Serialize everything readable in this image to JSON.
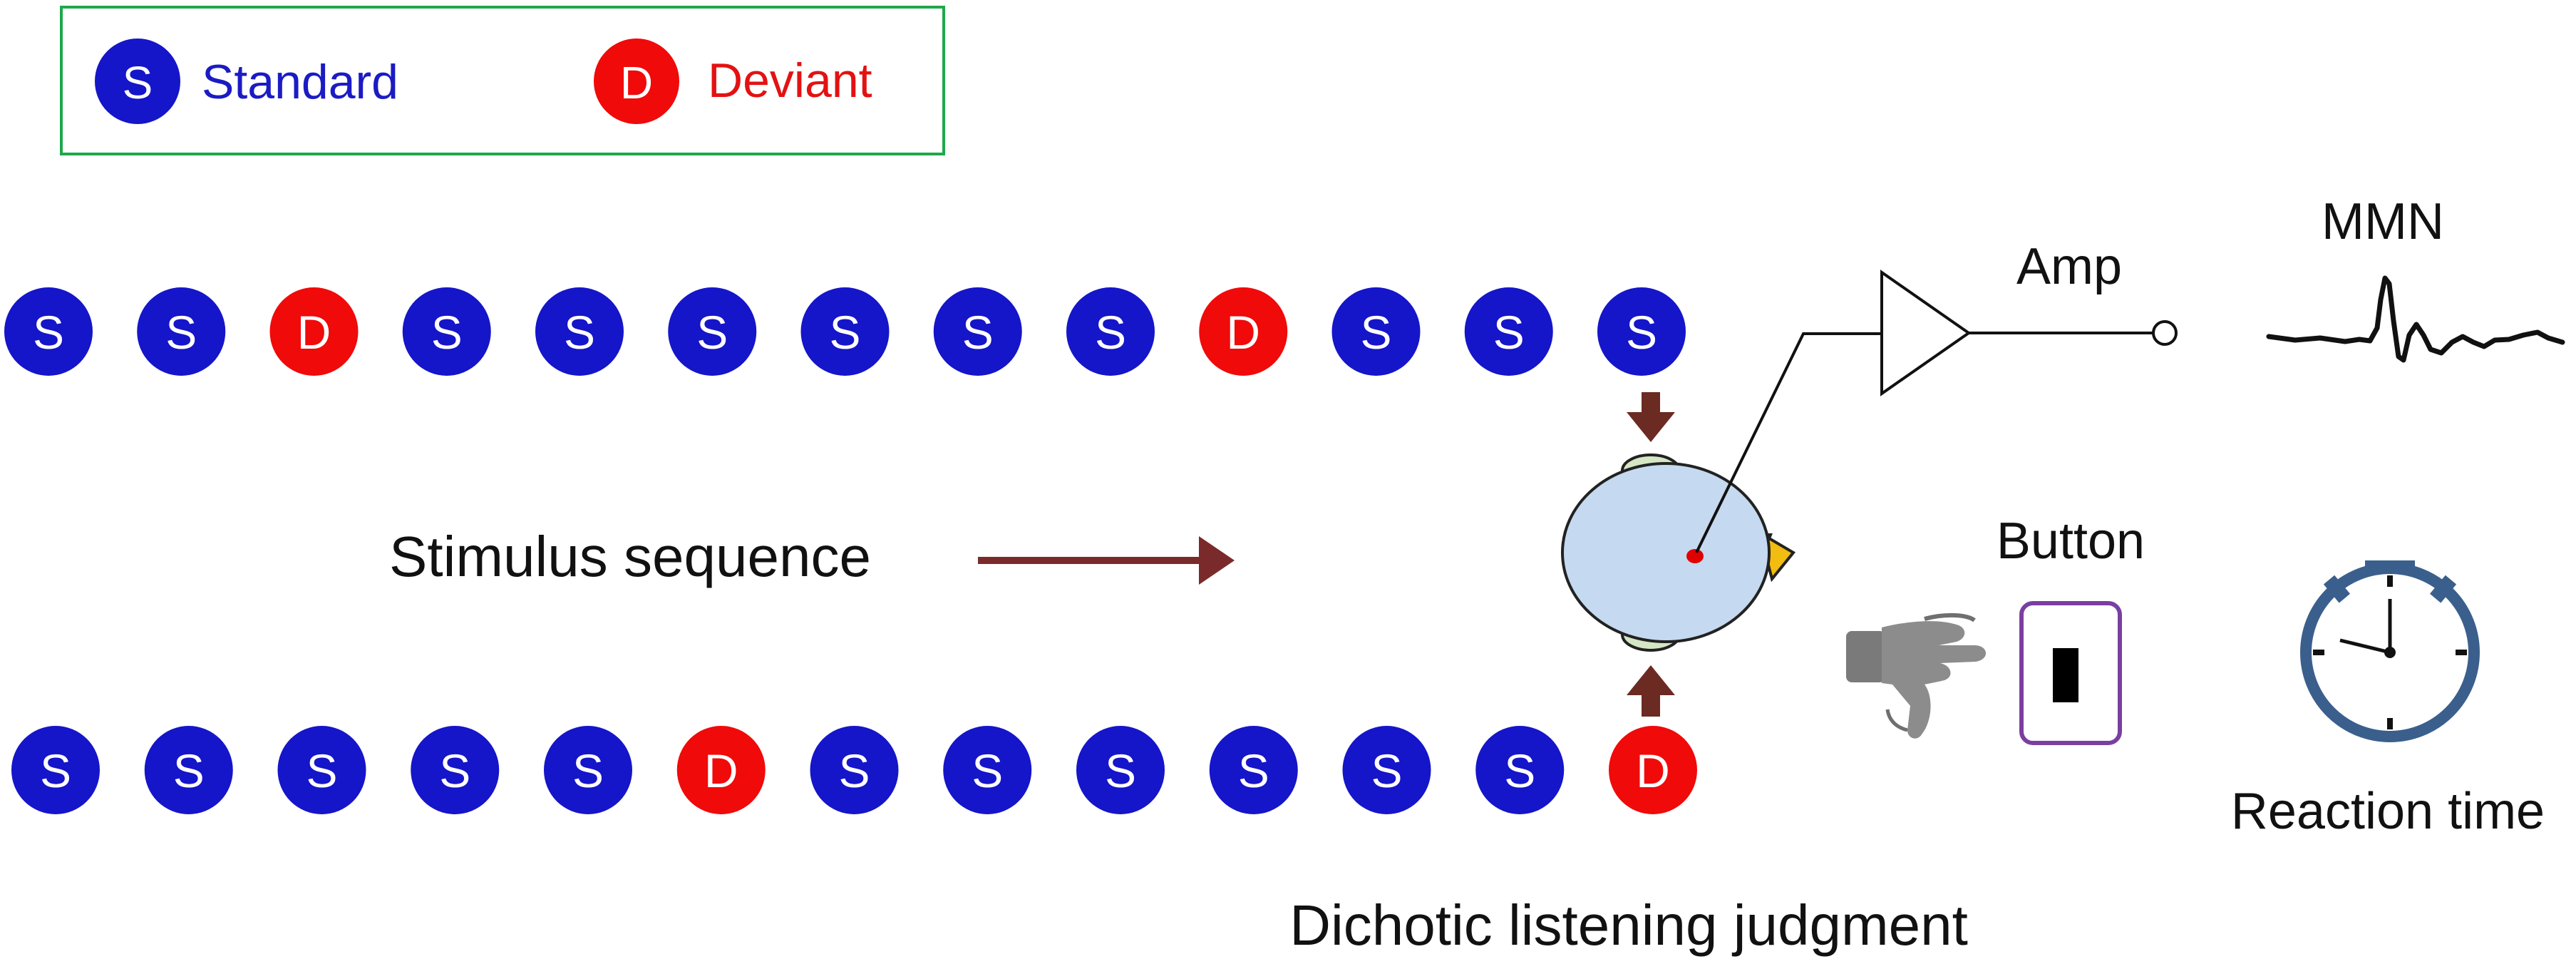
{
  "legend": {
    "standard_symbol": "S",
    "standard_label": "Standard",
    "deviant_symbol": "D",
    "deviant_label": "Deviant"
  },
  "sequences": {
    "top": [
      "S",
      "S",
      "D",
      "S",
      "S",
      "S",
      "S",
      "S",
      "S",
      "D",
      "S",
      "S",
      "S"
    ],
    "bottom": [
      "S",
      "S",
      "S",
      "S",
      "S",
      "D",
      "S",
      "S",
      "S",
      "S",
      "S",
      "S",
      "D"
    ]
  },
  "labels": {
    "stimulus_sequence": "Stimulus sequence",
    "amp": "Amp",
    "mmn": "MMN",
    "button": "Button",
    "reaction_time": "Reaction time",
    "dichotic": "Dichotic listening judgment"
  },
  "colors": {
    "standard": "#1515c9",
    "deviant": "#f00a0a",
    "standard_text": "#1b1bc4",
    "deviant_text": "#e31212",
    "legend_border": "#1fa84a",
    "arrow": "#7a2a2a",
    "head": "#c5d9f0",
    "ear": "#d5e6c4",
    "nose": "#f2bc10",
    "stopwatch": "#3b5f8c",
    "button_border": "#7a3fa0"
  },
  "icons": {
    "hand": "pointing-hand-icon",
    "stopwatch": "stopwatch-icon",
    "amplifier": "amplifier-icon"
  }
}
